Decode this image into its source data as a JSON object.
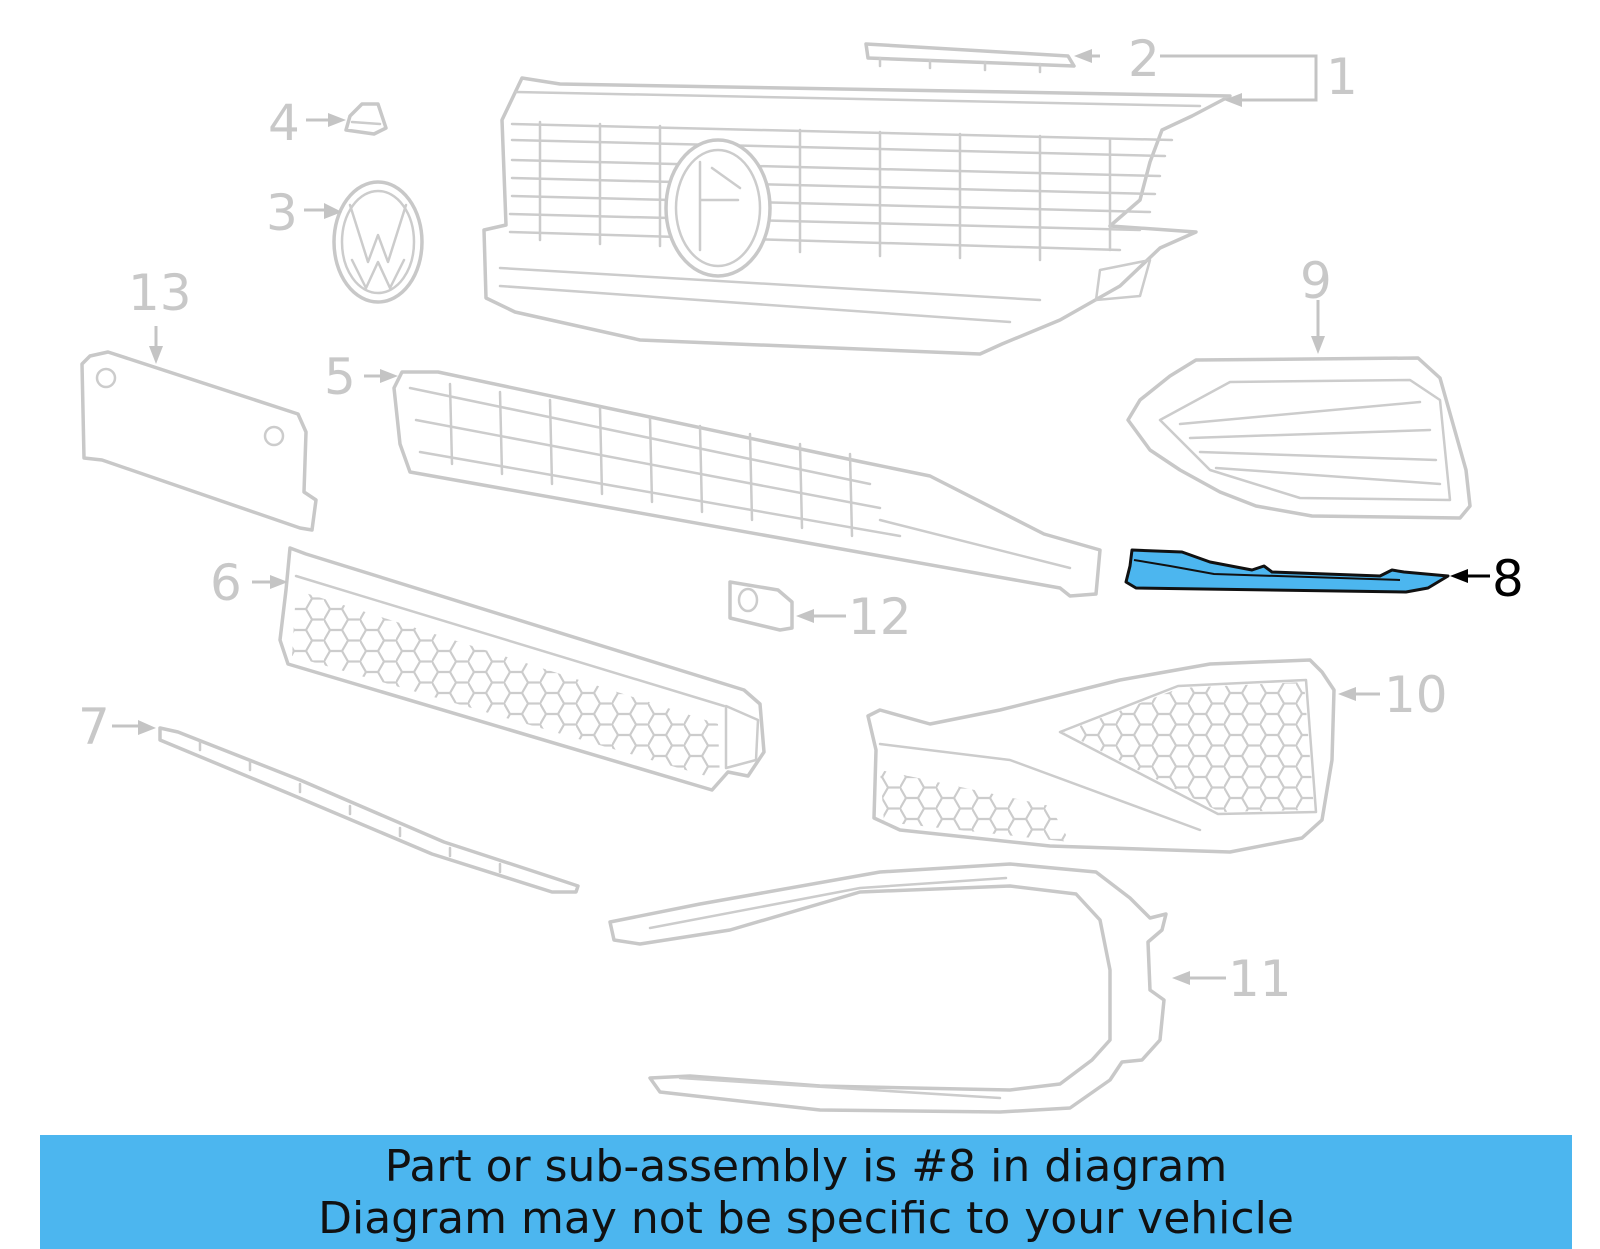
{
  "diagram": {
    "highlight_color": "#4cb6ef",
    "callouts": [
      "1",
      "2",
      "3",
      "4",
      "5",
      "6",
      "7",
      "8",
      "9",
      "10",
      "11",
      "12",
      "13"
    ],
    "highlighted_callout": "8"
  },
  "banner": {
    "line1": "Part or sub-assembly is #8 in diagram",
    "line2": "Diagram may not be specific to your vehicle"
  }
}
